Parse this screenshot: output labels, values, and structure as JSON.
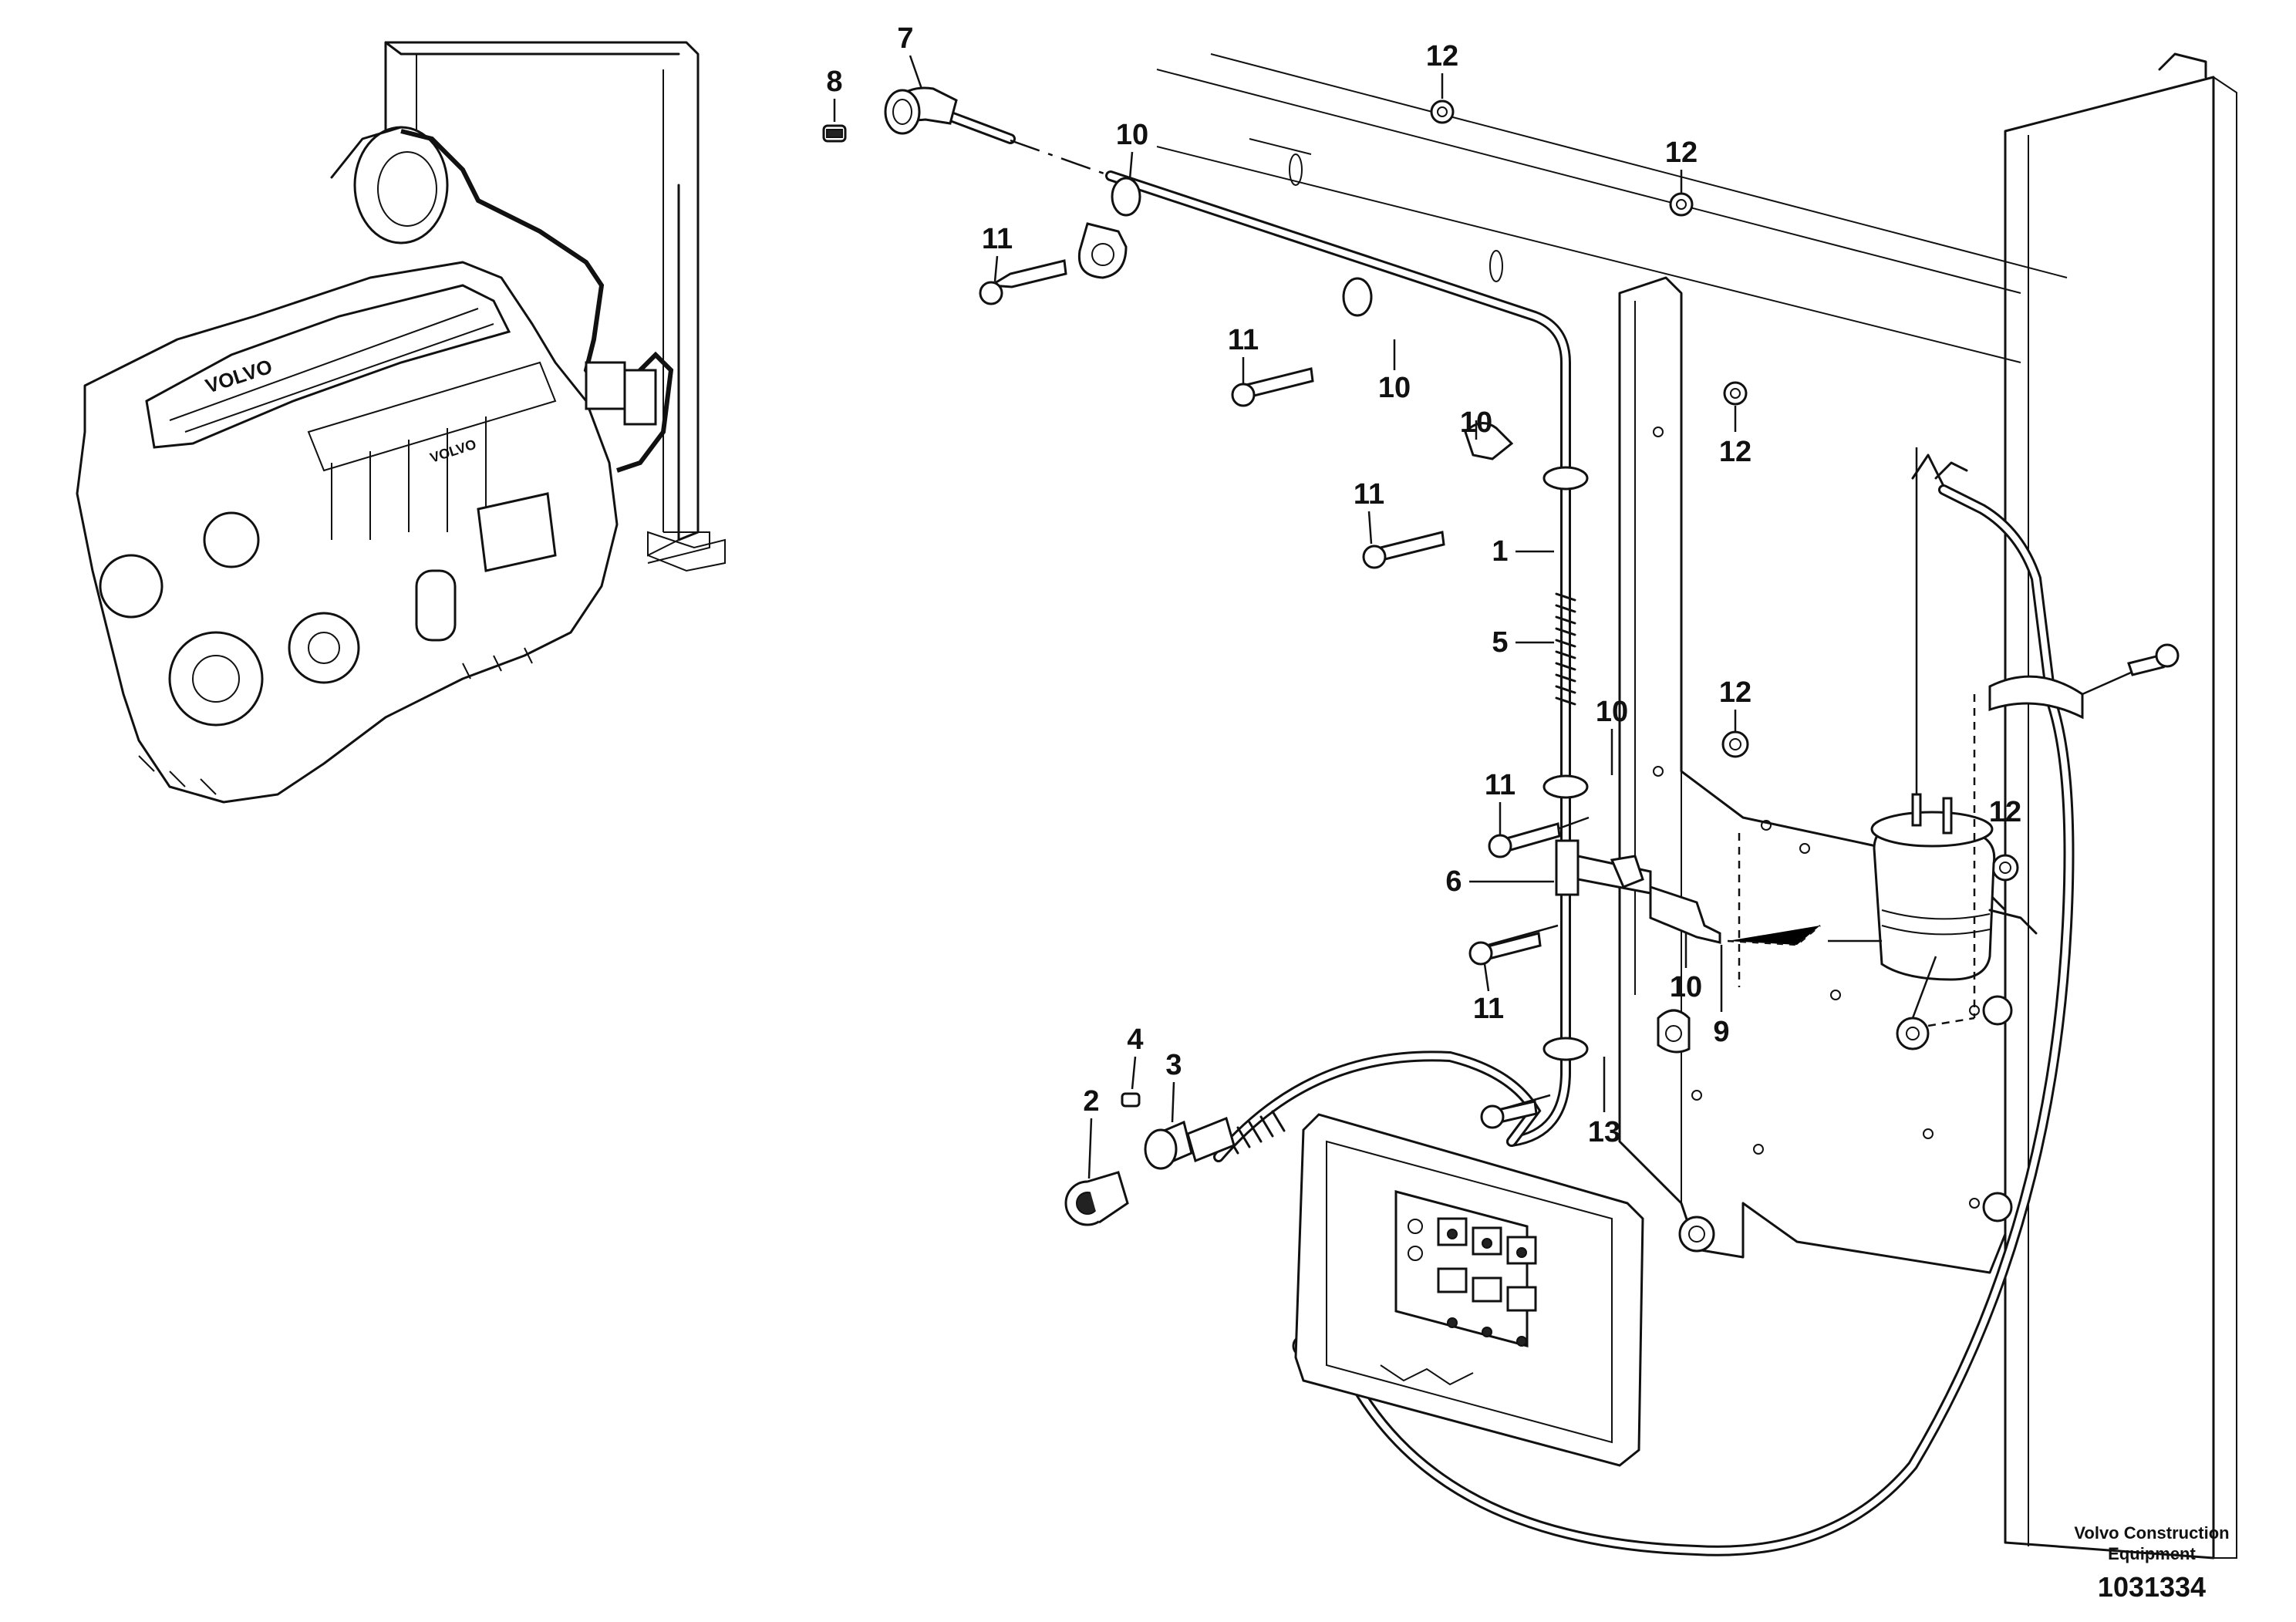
{
  "callouts": {
    "c1": "1",
    "c2": "2",
    "c3": "3",
    "c4": "4",
    "c5": "5",
    "c6": "6",
    "c7": "7",
    "c8": "8",
    "c9": "9",
    "c10": "10",
    "c11": "11",
    "c12": "12",
    "c13": "13"
  },
  "caption": {
    "line1": "Volvo Construction",
    "line2": "Equipment"
  },
  "document_number": "1031334"
}
